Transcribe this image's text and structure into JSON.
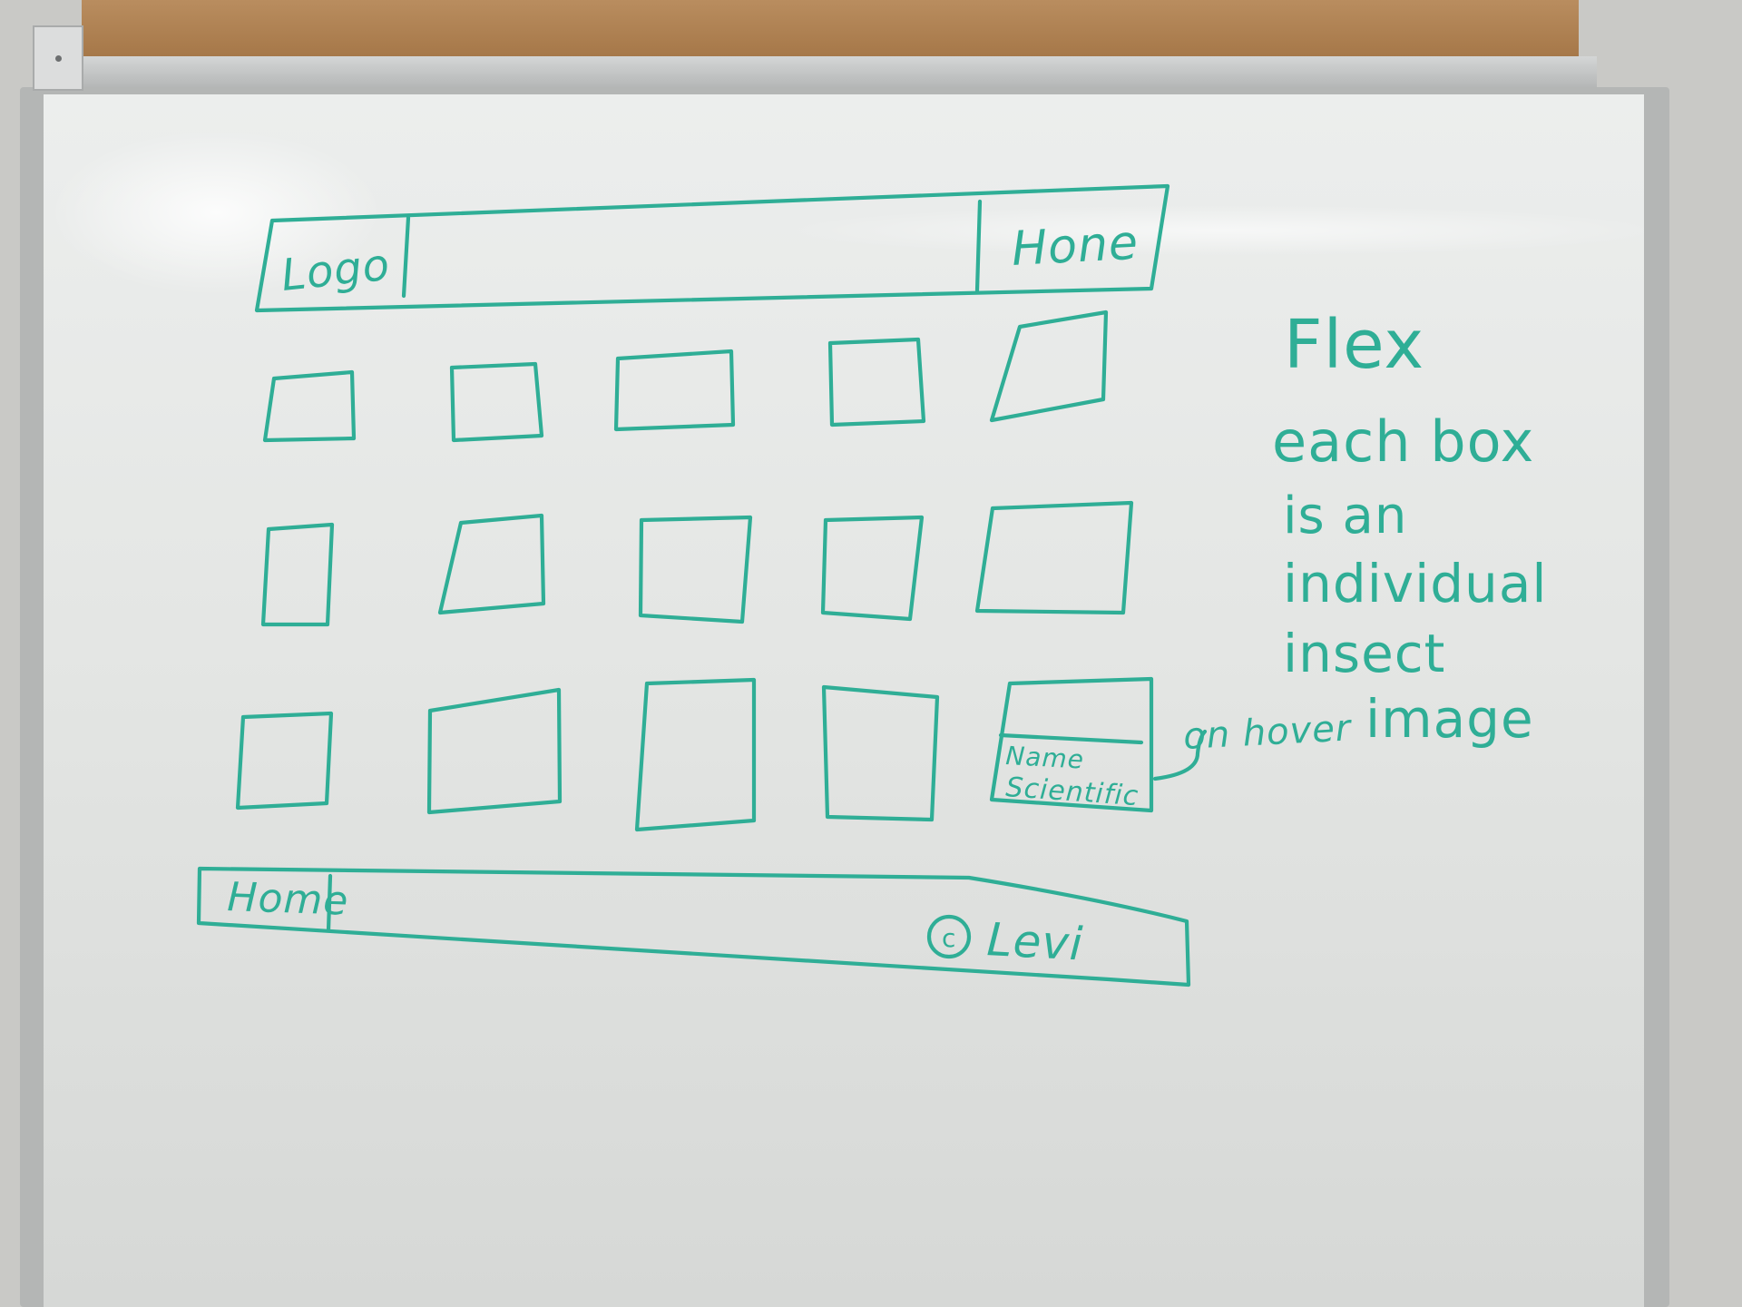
{
  "wireframe": {
    "header": {
      "logo_label": "Logo",
      "nav_label": "Hone"
    },
    "hover_caption": {
      "name_label": "Name",
      "scientific_label": "Scientific",
      "note": "on hover"
    },
    "footer": {
      "nav_label": "Home",
      "copyright_label": "Levi"
    },
    "notes": [
      "Flex",
      "each box",
      "is an",
      "individual",
      "insect",
      "image"
    ],
    "ink_color": "#2fae96"
  }
}
